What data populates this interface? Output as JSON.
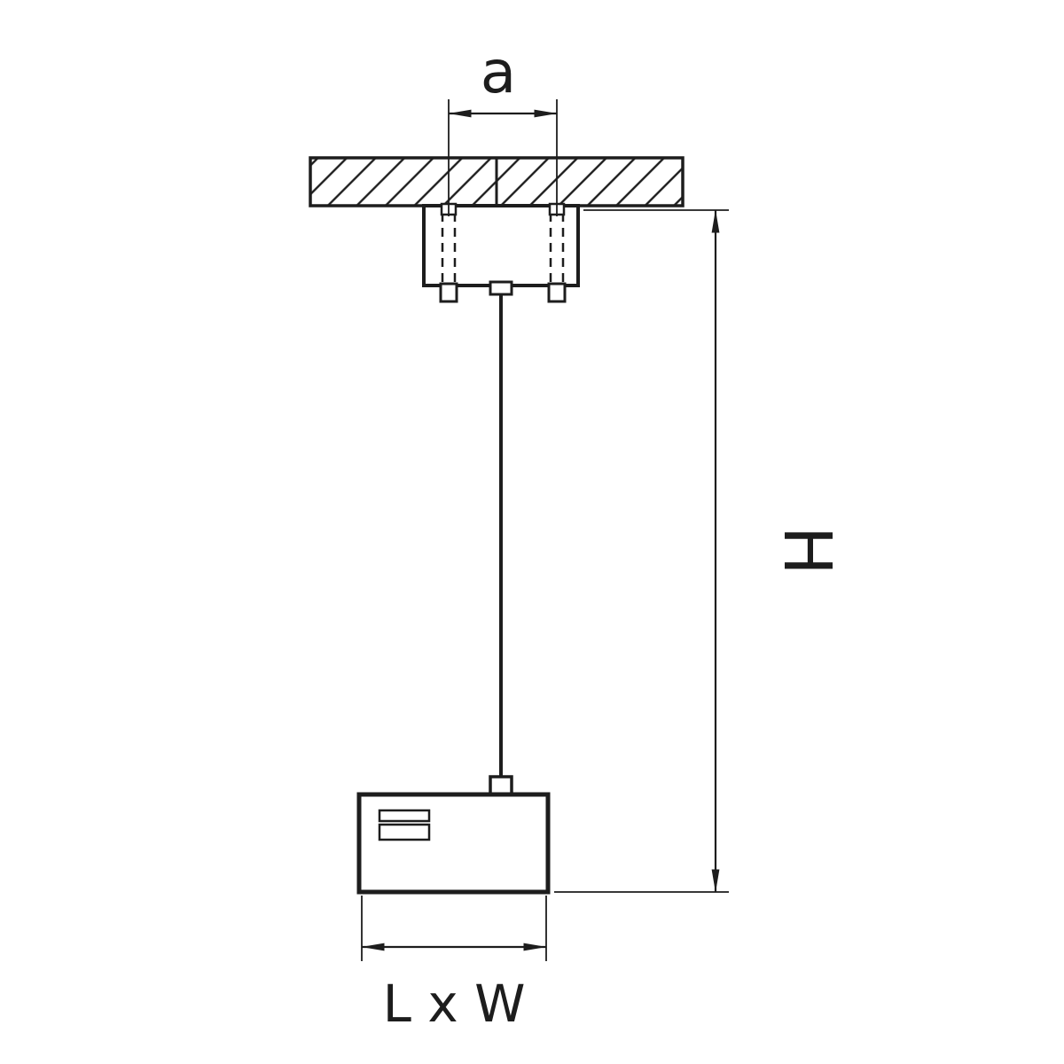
{
  "diagram": {
    "labels": {
      "dimension_a": "a",
      "dimension_h": "H",
      "dimension_lxw": "L x W"
    },
    "colors": {
      "line": "#1d1d1d",
      "background": "#ffffff"
    }
  }
}
